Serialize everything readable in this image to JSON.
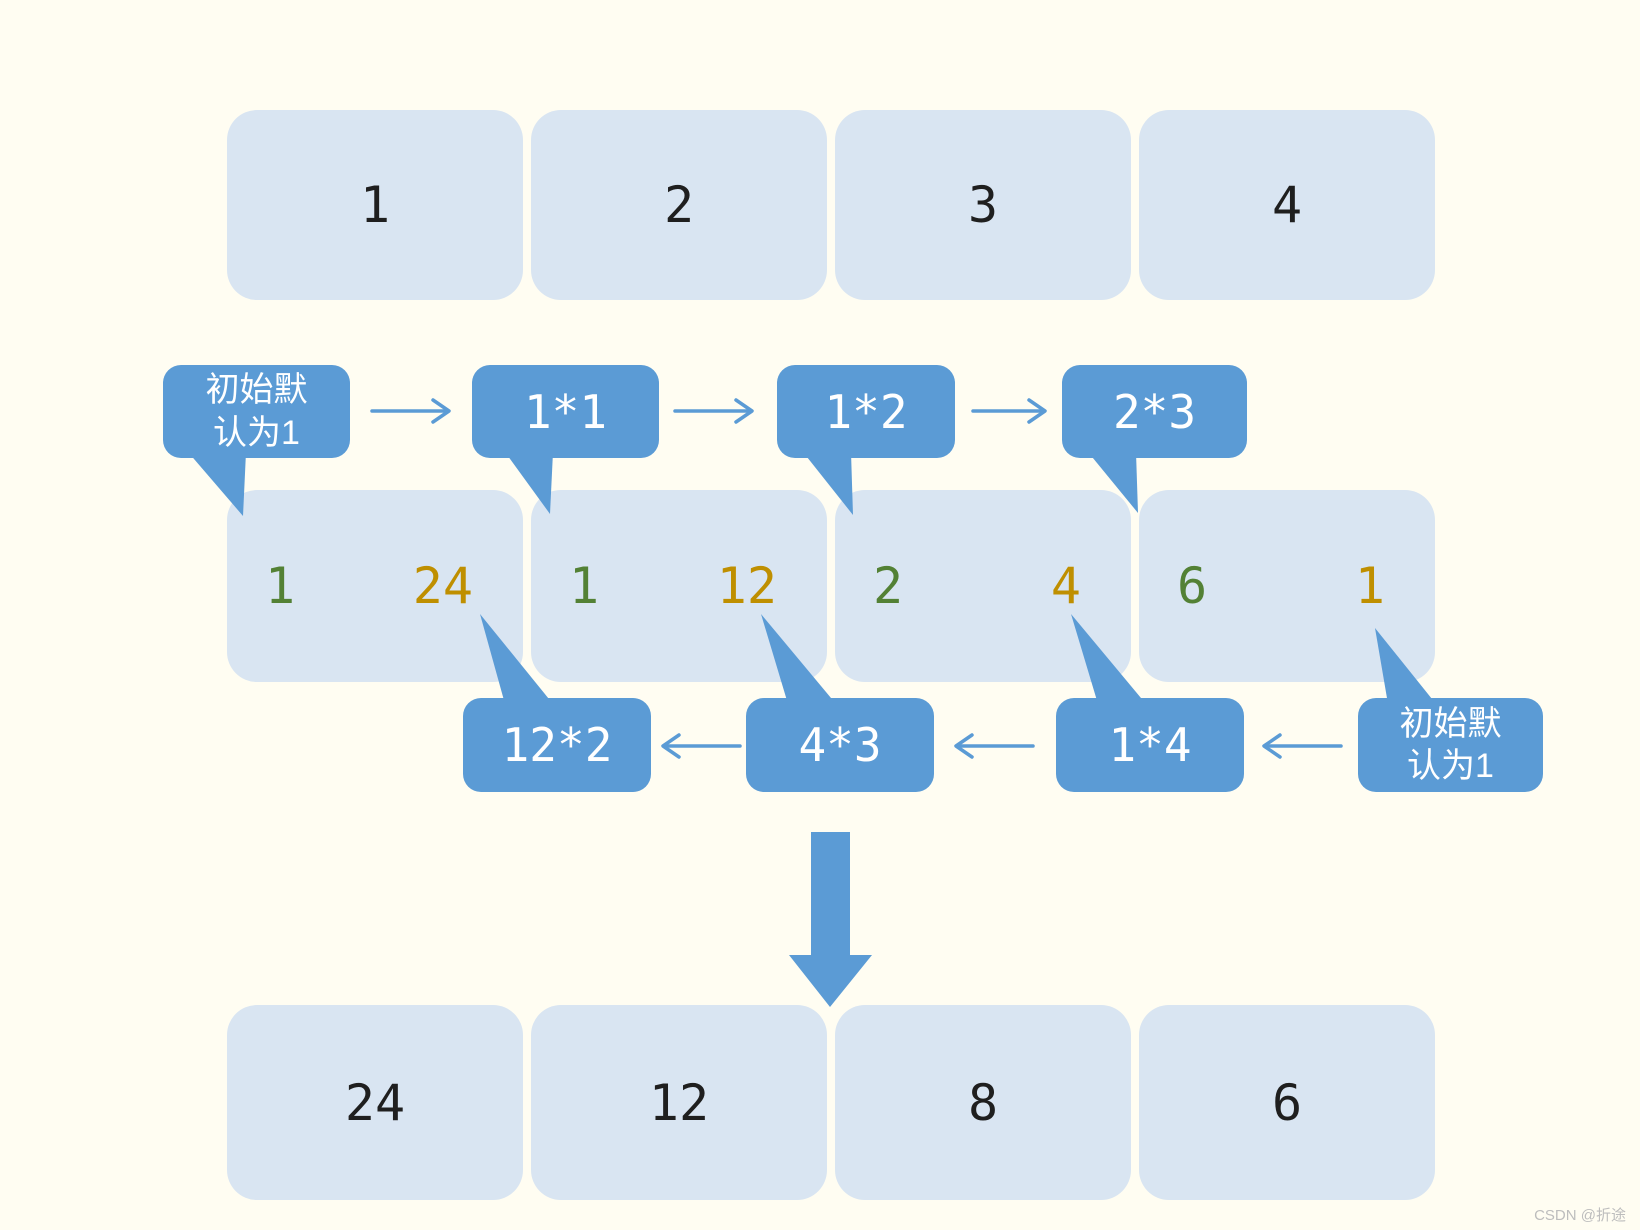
{
  "colors": {
    "background": "#FFFDF2",
    "cell_bg": "#D9E5F2",
    "bubble_bg": "#5B9BD5",
    "arrow": "#5B9BD5",
    "prefix_green": "#538135",
    "suffix_gold": "#BF8F00",
    "number_dark": "#1F1F1F",
    "watermark_gray": "#BDBDBD"
  },
  "top_row": {
    "values": [
      "1",
      "2",
      "3",
      "4"
    ]
  },
  "middle_row": {
    "cells": [
      {
        "prefix": "1",
        "suffix": "24"
      },
      {
        "prefix": "1",
        "suffix": "12"
      },
      {
        "prefix": "2",
        "suffix": "4"
      },
      {
        "prefix": "6",
        "suffix": "1"
      }
    ]
  },
  "bottom_row": {
    "values": [
      "24",
      "12",
      "8",
      "6"
    ]
  },
  "forward_pass": {
    "init_label": "初始默认为1",
    "bubbles": [
      "1*1",
      "1*2",
      "2*3"
    ]
  },
  "backward_pass": {
    "bubbles": [
      "12*2",
      "4*3",
      "1*4"
    ],
    "init_label": "初始默认为1"
  },
  "watermark": "CSDN @折途"
}
